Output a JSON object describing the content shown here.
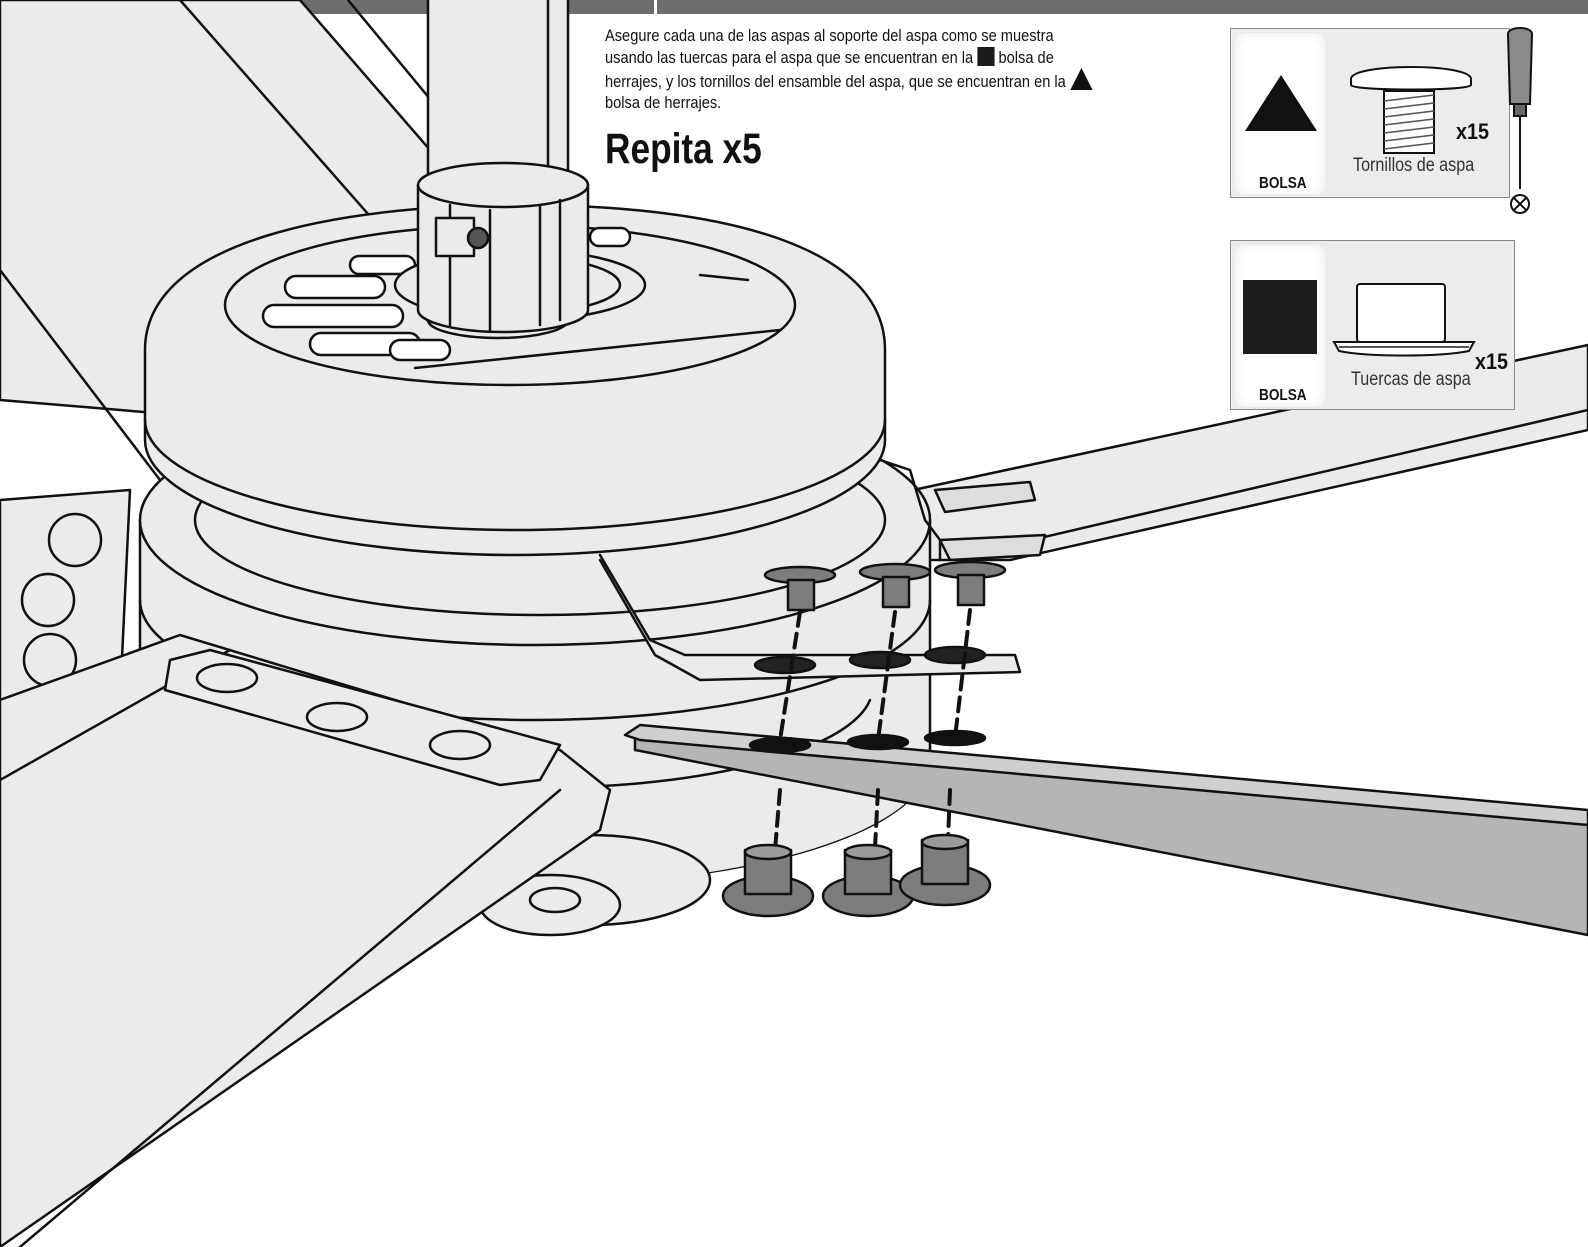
{
  "instructions": {
    "line1": "Asegure cada una de las aspas al soporte del aspa como se muestra",
    "line2a": "usando las tuercas para el aspa que se encuentran en la",
    "line2b": "bolsa de",
    "line3": "herrajes, y los tornillos del ensamble del aspa, que se encuentran en la",
    "line4": "bolsa de herrajes."
  },
  "repeat_label": "Repita x5",
  "hardware": [
    {
      "bag_label": "BOLSA",
      "bag_symbol": "triangle-icon",
      "part_name": "Tornillos de aspa",
      "quantity": "x15",
      "tool": "phillips-screwdriver-icon"
    },
    {
      "bag_label": "BOLSA",
      "bag_symbol": "square-icon",
      "part_name": "Tuercas de aspa",
      "quantity": "x15"
    }
  ],
  "colors": {
    "header_bar": "#6d6d6d",
    "fan_body": "#ebebeb",
    "blade_highlight": "#b5b5b5",
    "hardware_dark": "#7d7d7d",
    "panel_bg": "#ececec"
  }
}
